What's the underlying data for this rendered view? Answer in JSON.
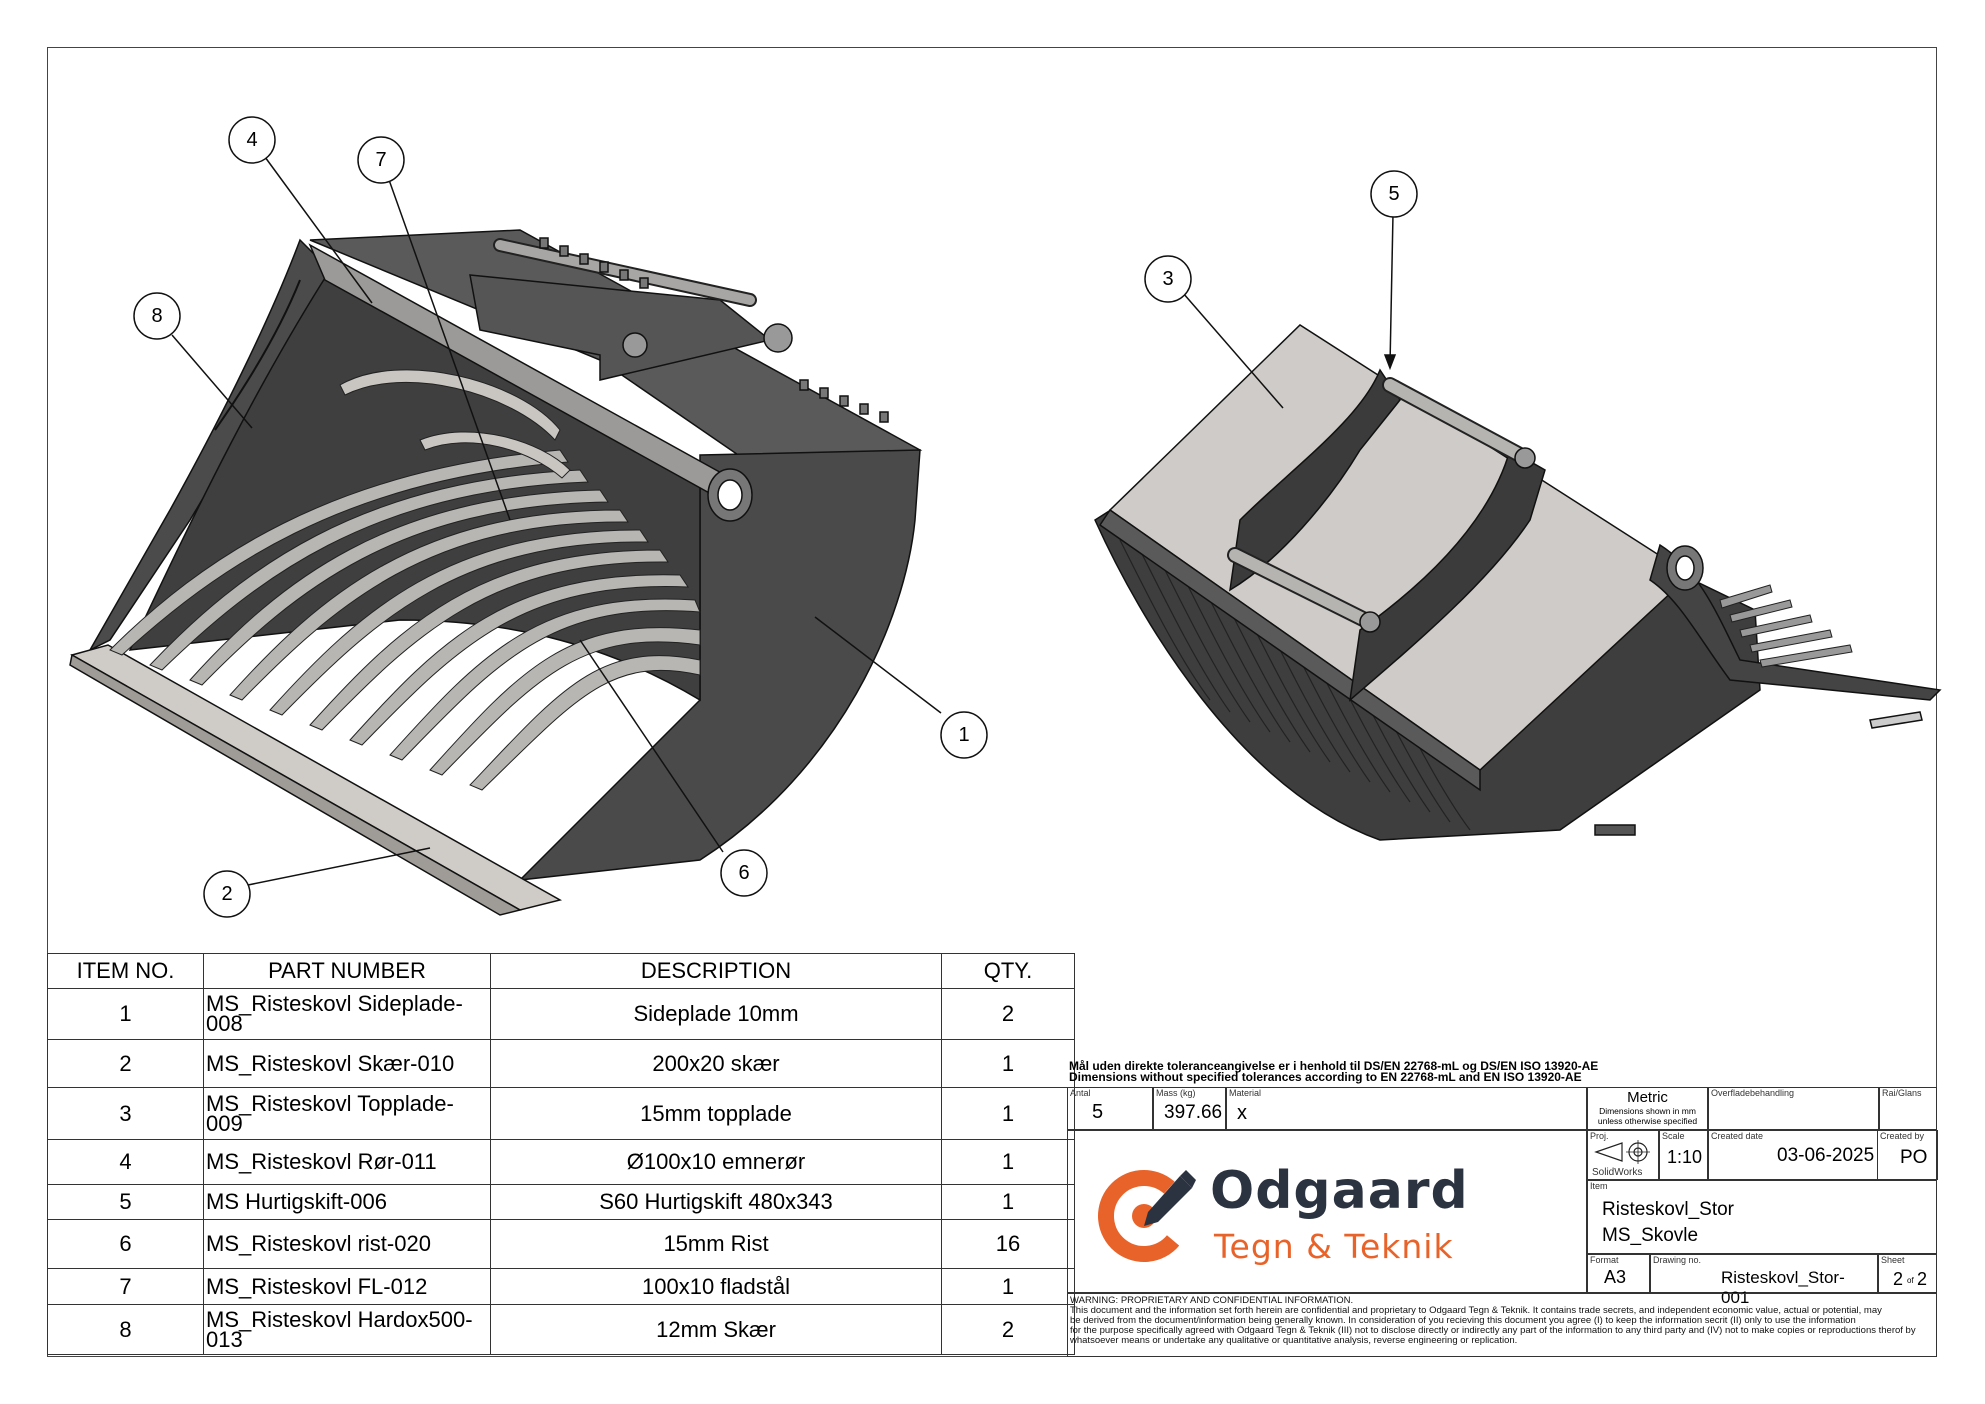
{
  "balloons": {
    "b1": "1",
    "b2": "2",
    "b3": "3",
    "b4": "4",
    "b5": "5",
    "b6": "6",
    "b7": "7",
    "b8": "8"
  },
  "bom": {
    "headers": {
      "item": "ITEM NO.",
      "part": "PART NUMBER",
      "desc": "DESCRIPTION",
      "qty": "QTY."
    },
    "rows": [
      {
        "item": "1",
        "part": "MS_Risteskovl Sideplade-008",
        "desc": "Sideplade 10mm",
        "qty": "2"
      },
      {
        "item": "2",
        "part": "MS_Risteskovl Skær-010",
        "desc": "200x20 skær",
        "qty": "1"
      },
      {
        "item": "3",
        "part": "MS_Risteskovl Topplade-009",
        "desc": "15mm topplade",
        "qty": "1"
      },
      {
        "item": "4",
        "part": "MS_Risteskovl Rør-011",
        "desc": "Ø100x10 emnerør",
        "qty": "1"
      },
      {
        "item": "5",
        "part": "MS Hurtigskift-006",
        "desc": "S60 Hurtigskift 480x343",
        "qty": "1"
      },
      {
        "item": "6",
        "part": "MS_Risteskovl rist-020",
        "desc": "15mm Rist",
        "qty": "16"
      },
      {
        "item": "7",
        "part": "MS_Risteskovl FL-012",
        "desc": "100x10 fladstål",
        "qty": "1"
      },
      {
        "item": "8",
        "part": "MS_Risteskovl Hardox500-013",
        "desc": "12mm Skær",
        "qty": "2"
      }
    ]
  },
  "titleblock": {
    "tolerance_da": "Mål uden direkte toleranceangivelse er i henhold til DS/EN 22768-mL og DS/EN ISO 13920-AE",
    "tolerance_en": "Dimensions without specified tolerances according to EN  22768-mL and EN ISO 13920-AE",
    "antal_label": "Antal",
    "antal": "5",
    "mass_label": "Mass (kg)",
    "mass": "397.66",
    "material_label": "Material",
    "material": "x",
    "metric": "Metric",
    "metric_note1": "Dimensions shown in mm",
    "metric_note2": "unless otherwise specified",
    "overflade_label": "Overfladebehandling",
    "rai_label": "Rai/Glans",
    "proj_label": "Proj.",
    "software": "SolidWorks",
    "scale_label": "Scale",
    "scale": "1:10",
    "created_label": "Created date",
    "created": "03-06-2025",
    "createdby_label": "Created by",
    "createdby": "PO",
    "item_label": "Item",
    "item1": "Risteskovl_Stor",
    "item2": "MS_Skovle",
    "format_label": "Format",
    "format": "A3",
    "drawingno_label": "Drawing no.",
    "drawingno": "Risteskovl_Stor- 001",
    "sheet_label": "Sheet",
    "sheet": "2",
    "sheet_of": "of",
    "sheet_total": "2",
    "logo_name": "Odgaard",
    "logo_sub": "Tegn & Teknik",
    "warning": [
      "WARNING: PROPRIETARY AND CONFIDENTIAL INFORMATION.",
      "This document and the information set forth herein are confidential and proprietary to Odgaard Tegn & Teknik. It contains trade secrets, and independent economic value, actual or potential, may",
      "be derived from the document/information being generally known. In consideration of you recieving this document you agree (I) to keep the information secrit (II) only to use the information",
      "for the purpose specifically agreed with Odgaard Tegn & Teknik (III) not to disclose directly or indirectly any part of the information to any third party and (IV) not to make copies or reproductions therof by",
      "whatsoever means or undertake any qualitative or quantitative analysis, reverse engineering or replication."
    ]
  },
  "colors": {
    "dark_steel": "#444444",
    "light_plate": "#d0ccc8",
    "logo_orange": "#e8632a",
    "logo_dark": "#2b3240"
  }
}
